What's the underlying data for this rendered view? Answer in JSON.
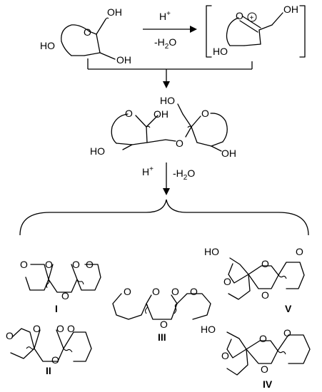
{
  "step1": {
    "reagent": "H",
    "reagent_sup": "+",
    "byproduct_prefix": "-H",
    "byproduct_sub": "2",
    "byproduct_suffix": "O"
  },
  "step2": {
    "reagent": "H",
    "reagent_sup": "+",
    "byproduct_prefix": "-H",
    "byproduct_sub": "2",
    "byproduct_suffix": "O"
  },
  "atoms": {
    "oxygen": "O",
    "hydroxyl": "OH",
    "hydroxyl_left": "HO"
  },
  "charge_symbol": "+",
  "compounds": [
    "I",
    "II",
    "III",
    "IV",
    "V"
  ]
}
